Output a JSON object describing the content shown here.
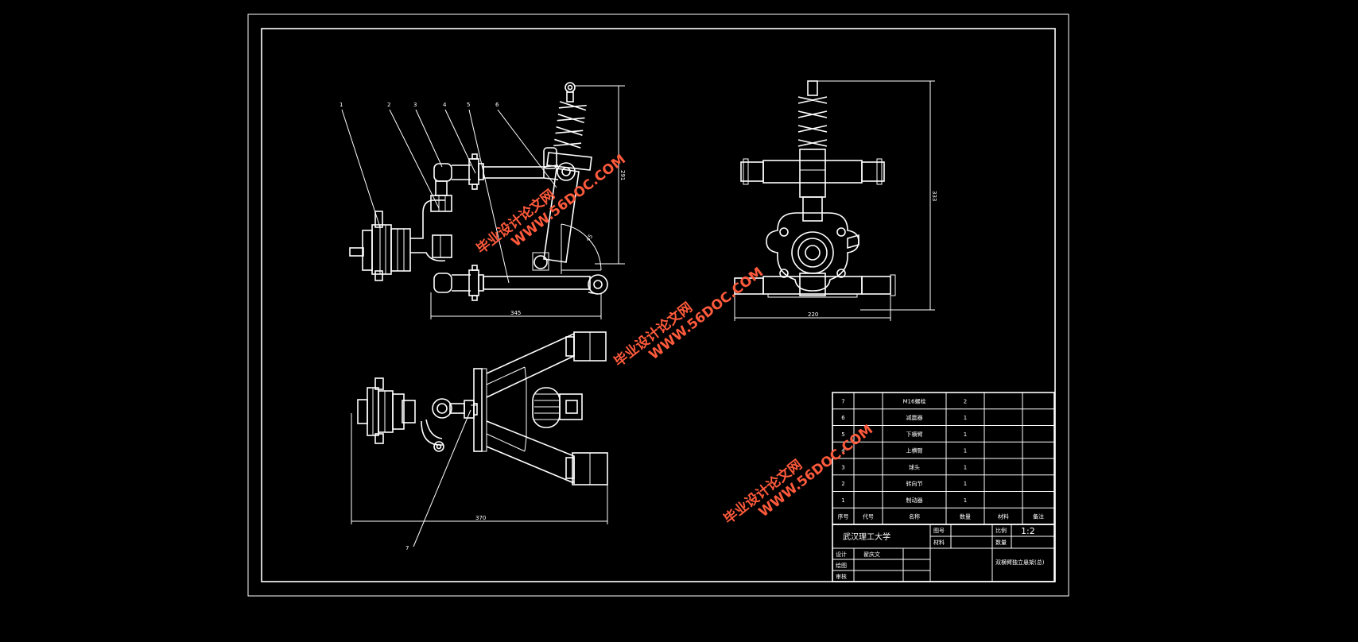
{
  "drawing": {
    "callouts": [
      "1",
      "2",
      "3",
      "4",
      "5",
      "6",
      "7"
    ],
    "dimensions": {
      "front_width": "345",
      "front_height": "291",
      "front_angle": "45",
      "side_width": "220",
      "side_height": "333",
      "top_width": "370"
    }
  },
  "watermarks": [
    {
      "text": "毕业设计论文网",
      "url": "WWW.56DOC.COM"
    },
    {
      "text": "毕业设计论文网",
      "url": "WWW.56DOC.COM"
    },
    {
      "text": "毕业设计论文网",
      "url": "WWW.56DOC.COM"
    }
  ],
  "parts_list": {
    "rows": [
      {
        "no": "7",
        "code": "",
        "name": "M16螺栓",
        "qty": "2",
        "material": "",
        "note": ""
      },
      {
        "no": "6",
        "code": "",
        "name": "减震器",
        "qty": "1",
        "material": "",
        "note": ""
      },
      {
        "no": "5",
        "code": "",
        "name": "下横臂",
        "qty": "1",
        "material": "",
        "note": ""
      },
      {
        "no": "4",
        "code": "",
        "name": "上横臂",
        "qty": "1",
        "material": "",
        "note": ""
      },
      {
        "no": "3",
        "code": "",
        "name": "球头",
        "qty": "1",
        "material": "",
        "note": ""
      },
      {
        "no": "2",
        "code": "",
        "name": "转向节",
        "qty": "1",
        "material": "",
        "note": ""
      },
      {
        "no": "1",
        "code": "",
        "name": "制动器",
        "qty": "1",
        "material": "",
        "note": ""
      }
    ],
    "headers": {
      "no": "序号",
      "code": "代号",
      "name": "名称",
      "qty": "数量",
      "material": "材料",
      "note": "备注"
    }
  },
  "title_block": {
    "school": "武汉理工大学",
    "drawing_no_label": "图号",
    "material_label": "材料",
    "scale_label": "比例",
    "scale_value": "1:2",
    "quantity_label": "数量",
    "designer_label": "设计",
    "designer_name": "翟庆文",
    "drafter_label": "绘图",
    "reviewer_label": "审核",
    "drawing_title": "双横臂独立悬架(总)"
  },
  "colors": {
    "background": "#000000",
    "line": "#ffffff",
    "watermark": "#ff5a3c"
  }
}
